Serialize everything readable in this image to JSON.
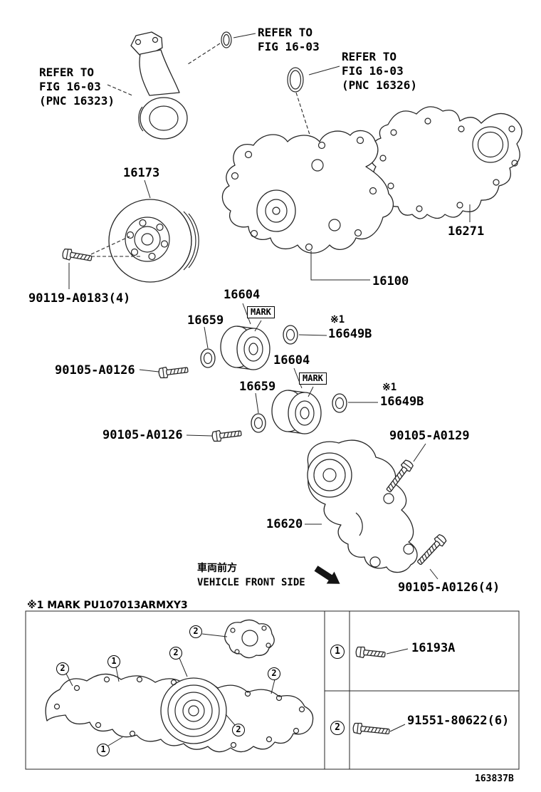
{
  "doc": {
    "id": "163837B",
    "footnote": "※1 MARK PU107013ARMXY3",
    "front_jp": "車両前方",
    "front_en": "VEHICLE FRONT SIDE"
  },
  "refers": {
    "top": [
      "REFER TO",
      "FIG 16-03"
    ],
    "left": [
      "REFER TO",
      "FIG 16-03",
      "(PNC 16323)"
    ],
    "right": [
      "REFER TO",
      "FIG 16-03",
      "(PNC 16326)"
    ]
  },
  "labels": {
    "pulley": "16173",
    "pulley_bolt": "90119-A0183(4)",
    "gasket": "16271",
    "water_pump": "16100",
    "idler_upper": "16604",
    "idler_lower": "16604",
    "washer_upper": "16659",
    "washer_lower": "16659",
    "collar_upper": "16649B",
    "collar_lower": "16649B",
    "star1": "※1",
    "mark": "MARK",
    "bolt_upper": "90105-A0126",
    "bolt_lower": "90105-A0126",
    "bolt_tensioner_a": "90105-A0129",
    "tensioner": "16620",
    "bolt_tensioner_b": "90105-A0126(4)"
  },
  "callouts": [
    "2",
    "2",
    "1",
    "2",
    "2",
    "2",
    "1"
  ],
  "table": {
    "rows": [
      {
        "num": "1",
        "part": "16193A"
      },
      {
        "num": "2",
        "part": "91551-80622(6)"
      }
    ]
  }
}
